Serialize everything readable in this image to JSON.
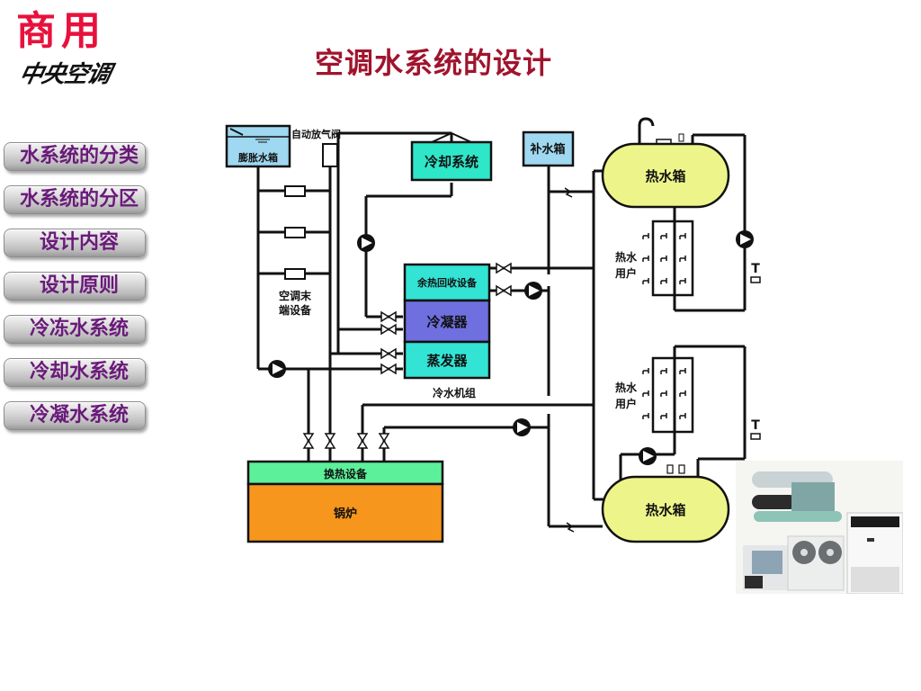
{
  "logo": {
    "top_text": "商用",
    "bottom_text": "中央空调",
    "brand_color": "#e8113c"
  },
  "title": "空调水系统的设计",
  "title_color": "#a0142d",
  "nav": {
    "text_color": "#6a1a7a",
    "items": [
      {
        "label": "水系统的分类"
      },
      {
        "label": "水系统的分区"
      },
      {
        "label": "设计内容"
      },
      {
        "label": "设计原则"
      },
      {
        "label": "冷冻水系统"
      },
      {
        "label": "冷却水系统"
      },
      {
        "label": "冷凝水系统"
      }
    ]
  },
  "diagram": {
    "expansion_tank": "膨胀水箱",
    "air_vent": "自动放气阀",
    "cooling_system": "冷却系统",
    "makeup_tank": "补水箱",
    "terminal_equipment": [
      "空调末",
      "端设备"
    ],
    "heat_recovery": "余热回收设备",
    "condenser": "冷凝器",
    "evaporator": "蒸发器",
    "chiller_unit": "冷水机组",
    "heat_exchanger": "换热设备",
    "boiler": "锅炉",
    "hot_water_tank_top": "热水箱",
    "hot_water_tank_bottom": "热水箱",
    "hot_water_users_top": [
      "热水",
      "用户"
    ],
    "hot_water_users_bottom": [
      "热水",
      "用户"
    ],
    "thermometer_label": "T",
    "colors": {
      "expansion_tank": "#9fd8f0",
      "cooling_system": "#2ee6c8",
      "heat_recovery": "#33e3d4",
      "condenser": "#6f6fe0",
      "evaporator": "#33e3d4",
      "heat_exchanger": "#5cf09a",
      "boiler": "#f7961c",
      "hot_water_tank": "#edf58a",
      "makeup_tank": "#9fd8f0"
    }
  },
  "photo": {
    "description": "HVAC equipment photo collage"
  }
}
